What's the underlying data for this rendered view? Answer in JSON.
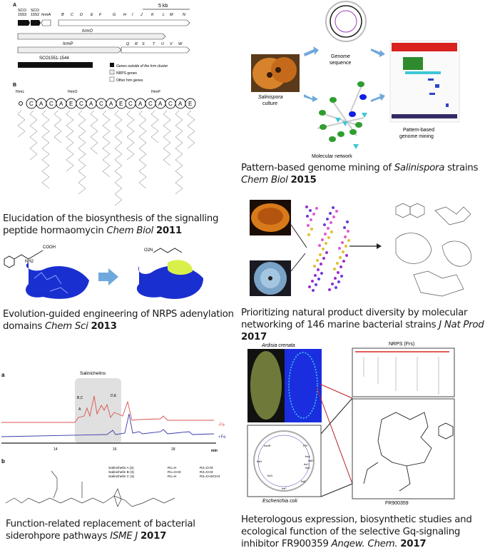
{
  "panels": {
    "hormaomycin": {
      "label_a": "A",
      "label_b": "B",
      "scale": "5 kb",
      "genes_top": [
        "SCO 1553",
        "SCO 1552",
        "hrmA",
        "B",
        "C",
        "D",
        "E",
        "F",
        "G",
        "H",
        "I",
        "J",
        "K",
        "L",
        "M",
        "N"
      ],
      "hrmO": "hrmO",
      "hrmP": "hrmP",
      "genes_p": [
        "Q",
        "R",
        "S",
        "T",
        "U",
        "V",
        "W"
      ],
      "sco_range": "SCO1551-1544",
      "legend": [
        "Genes outside of the hrm cluster",
        "NRPS genes",
        "Other hrm genes"
      ],
      "proteins": [
        "HrmL",
        "HrmO",
        "HrmP"
      ],
      "domains_o": [
        "C",
        "A",
        "C",
        "A",
        "E",
        "C",
        "A",
        "C",
        "A",
        "E"
      ],
      "domains_p": [
        "C",
        "A",
        "C",
        "A",
        "C",
        "A",
        "E"
      ],
      "caption_1": "Elucidation of the biosynthesis of the signalling",
      "caption_2": "peptide hormaomycin ",
      "journal": "Chem Biol",
      "year": "2011"
    },
    "nrps": {
      "caption_1": "Evolution-guided engineering of NRPS adenylation",
      "caption_2": "domains ",
      "journal": "Chem Sci",
      "year": "2013",
      "chem_labels": [
        "COOH",
        "NH2",
        "O2N"
      ]
    },
    "salinichelin": {
      "label_a": "a",
      "label_b": "b",
      "shade_title": "Salinichelins",
      "peaks": [
        "A",
        "B,C",
        "D,E"
      ],
      "traces": [
        "-Fe",
        "+Fe"
      ],
      "ticks": [
        "14",
        "16",
        "18"
      ],
      "unit": "min",
      "table": [
        [
          "Salinichelin A (2)",
          "R1=H",
          "R2=CH3"
        ],
        [
          "Salinichelin B (3)",
          "R1=CH3",
          "R2=CH3"
        ],
        [
          "Salinichelin C (4)",
          "R1=H",
          "R2=CH2CH3"
        ]
      ],
      "caption_1": "Function-related replacement of bacterial",
      "caption_2": "siderohpore pathways ",
      "journal": "ISME J",
      "year": "2017"
    },
    "salinispora": {
      "culture": "Salinispora",
      "culture_2": "culture",
      "genome": "Genome",
      "genome_2": "sequence",
      "pattern": "Pattern-based",
      "pattern_2": "genome mining",
      "network": "Molecular network",
      "caption_1": "Pattern-based genome mining of ",
      "caption_species": "Salinispora",
      "caption_1b": " strains",
      "journal": "Chem Biol",
      "year": "2015"
    },
    "networking": {
      "caption_1": "Prioritizing natural product diversity by molecular",
      "caption_2": "networking of 146 marine bacterial strains ",
      "journal": "J Nat Prod",
      "year": "2017"
    },
    "fr900359": {
      "plant": "Ardisia crenata",
      "nrps": "NRPS (Frs)",
      "ecoli": "Escherichia coli",
      "compound": "FR900359",
      "plasmid_genes": [
        "KanR",
        "P57",
        "frsA",
        "frsB",
        "frsC",
        "frsD",
        "frsE",
        "frsF",
        "frsG",
        "frsH"
      ],
      "caption_1": "Heterologous expression, biosynthetic studies and",
      "caption_2": "ecological function of the selective Gq-signaling",
      "caption_3": "inhibitor FR900359 ",
      "journal": "Angew. Chem.",
      "year": "2017"
    }
  },
  "colors": {
    "red_trace": "#d9534f",
    "blue_trace": "#3a3aa8",
    "protein_blue": "#1a2fd0",
    "arrow_blue": "#6fa8dc",
    "node_green": "#2e9e2e"
  }
}
